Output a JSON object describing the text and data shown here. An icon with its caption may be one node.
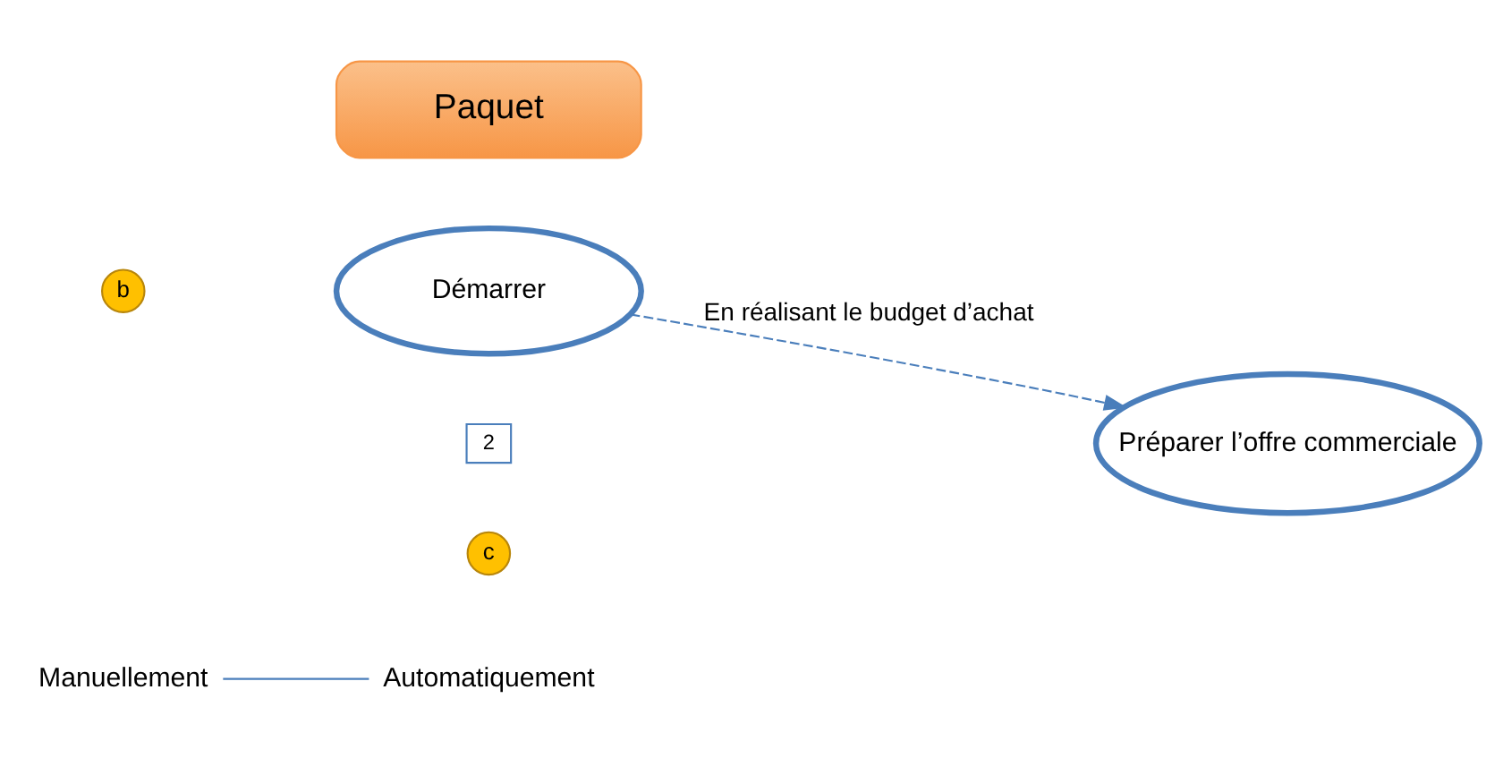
{
  "diagram": {
    "nodes": [
      {
        "text": [
          "Manuellement"
        ]
      },
      {
        "text": [
          "Automatiquement"
        ]
      },
      {
        "text": [
          "b"
        ]
      },
      {
        "text": [
          "Démarrer"
        ]
      },
      {
        "text": [
          "2"
        ]
      },
      {
        "text": [
          "c"
        ]
      },
      {
        "text": [
          "Préparer l’offre commerciale"
        ]
      },
      {
        "text": [
          "Paquet"
        ]
      }
    ],
    "edges": [
      {
        "from": 0,
        "to": 1,
        "arrow": "none"
      },
      {
        "from": 3,
        "to": 6,
        "arrow": "to",
        "style": "dashed",
        "label": "En réalisant le budget d’achat"
      }
    ]
  }
}
